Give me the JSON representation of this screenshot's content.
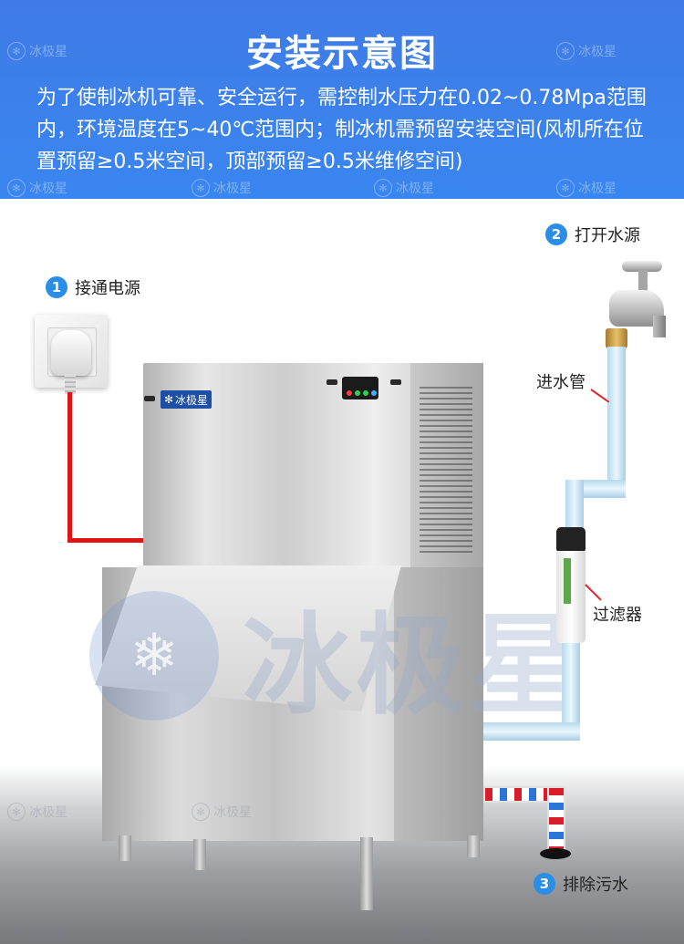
{
  "header": {
    "title": "安装示意图",
    "description": "为了使制冰机可靠、安全运行，需控制水压力在0.02~0.78Mpa范围内，环境温度在5~40℃范围内；制冰机需预留安装空间(风机所在位置预留≥0.5米空间，顶部预留≥0.5米维修空间)"
  },
  "watermark": {
    "text": "冰极星",
    "icon": "snowflake-icon"
  },
  "machine": {
    "brand_label": "冰极星"
  },
  "steps": [
    {
      "num": "1",
      "label": "接通电源"
    },
    {
      "num": "2",
      "label": "打开水源"
    },
    {
      "num": "3",
      "label": "排除污水"
    }
  ],
  "callouts": {
    "inlet_pipe": "进水管",
    "filter": "过滤器"
  },
  "colors": {
    "header_bg": "#3f7be6",
    "step_badge": "#2a8de6",
    "power_wire": "#e01414",
    "callout_arrow": "#e0262e",
    "brand_badge": "#1d4fa6"
  }
}
